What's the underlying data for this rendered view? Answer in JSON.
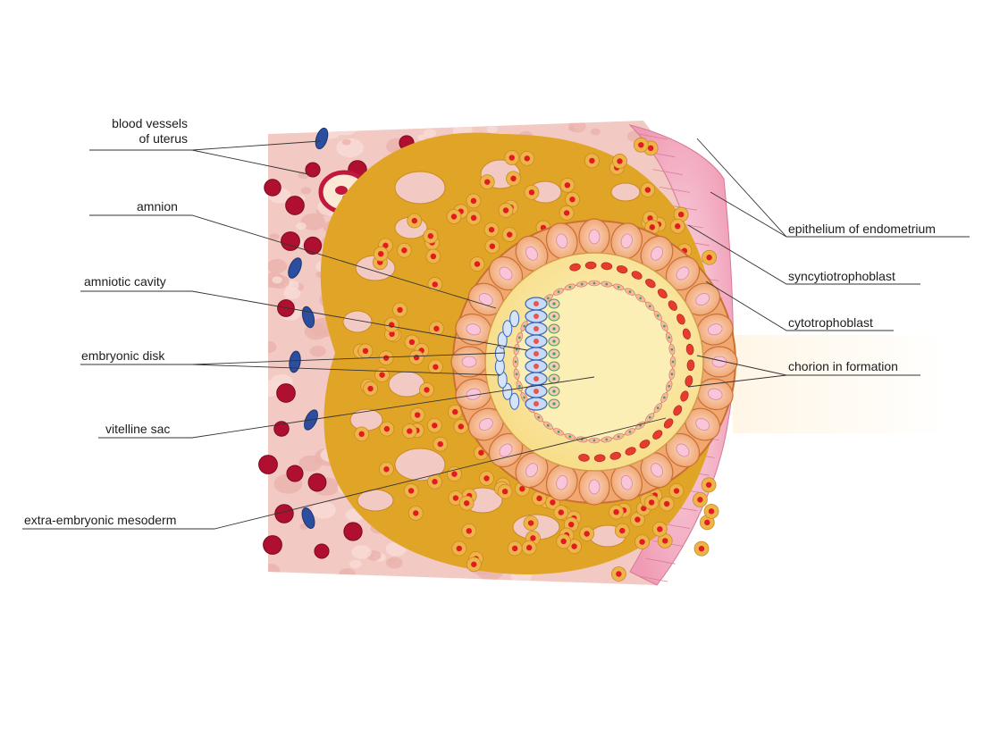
{
  "labels_left": {
    "blood_vessels_line1": "blood vessels",
    "blood_vessels_line2": "of uterus",
    "amnion": "amnion",
    "amniotic_cavity": "amniotic cavity",
    "embryonic_disk": "embryonic disk",
    "vitelline_sac": "vitelline sac",
    "extra_embryonic_mesoderm": "extra-embryonic mesoderm"
  },
  "labels_right": {
    "epithelium": "epithelium of endometrium",
    "syncytiotrophoblast": "syncytiotrophoblast",
    "cytotrophoblast": "cytotrophoblast",
    "chorion": "chorion in formation"
  },
  "colors": {
    "uterine_tissue": "#f3c9c4",
    "syncytio": "#e0a526",
    "nucleus_red": "#e21a22",
    "blood_red": "#b01030",
    "blood_blue": "#2b4f9e",
    "cyto_cell": "#f4b88a",
    "cavity_yellow": "#fbecaa",
    "epithelium_pink": "#f2a4b8",
    "leader_line": "#333333"
  }
}
